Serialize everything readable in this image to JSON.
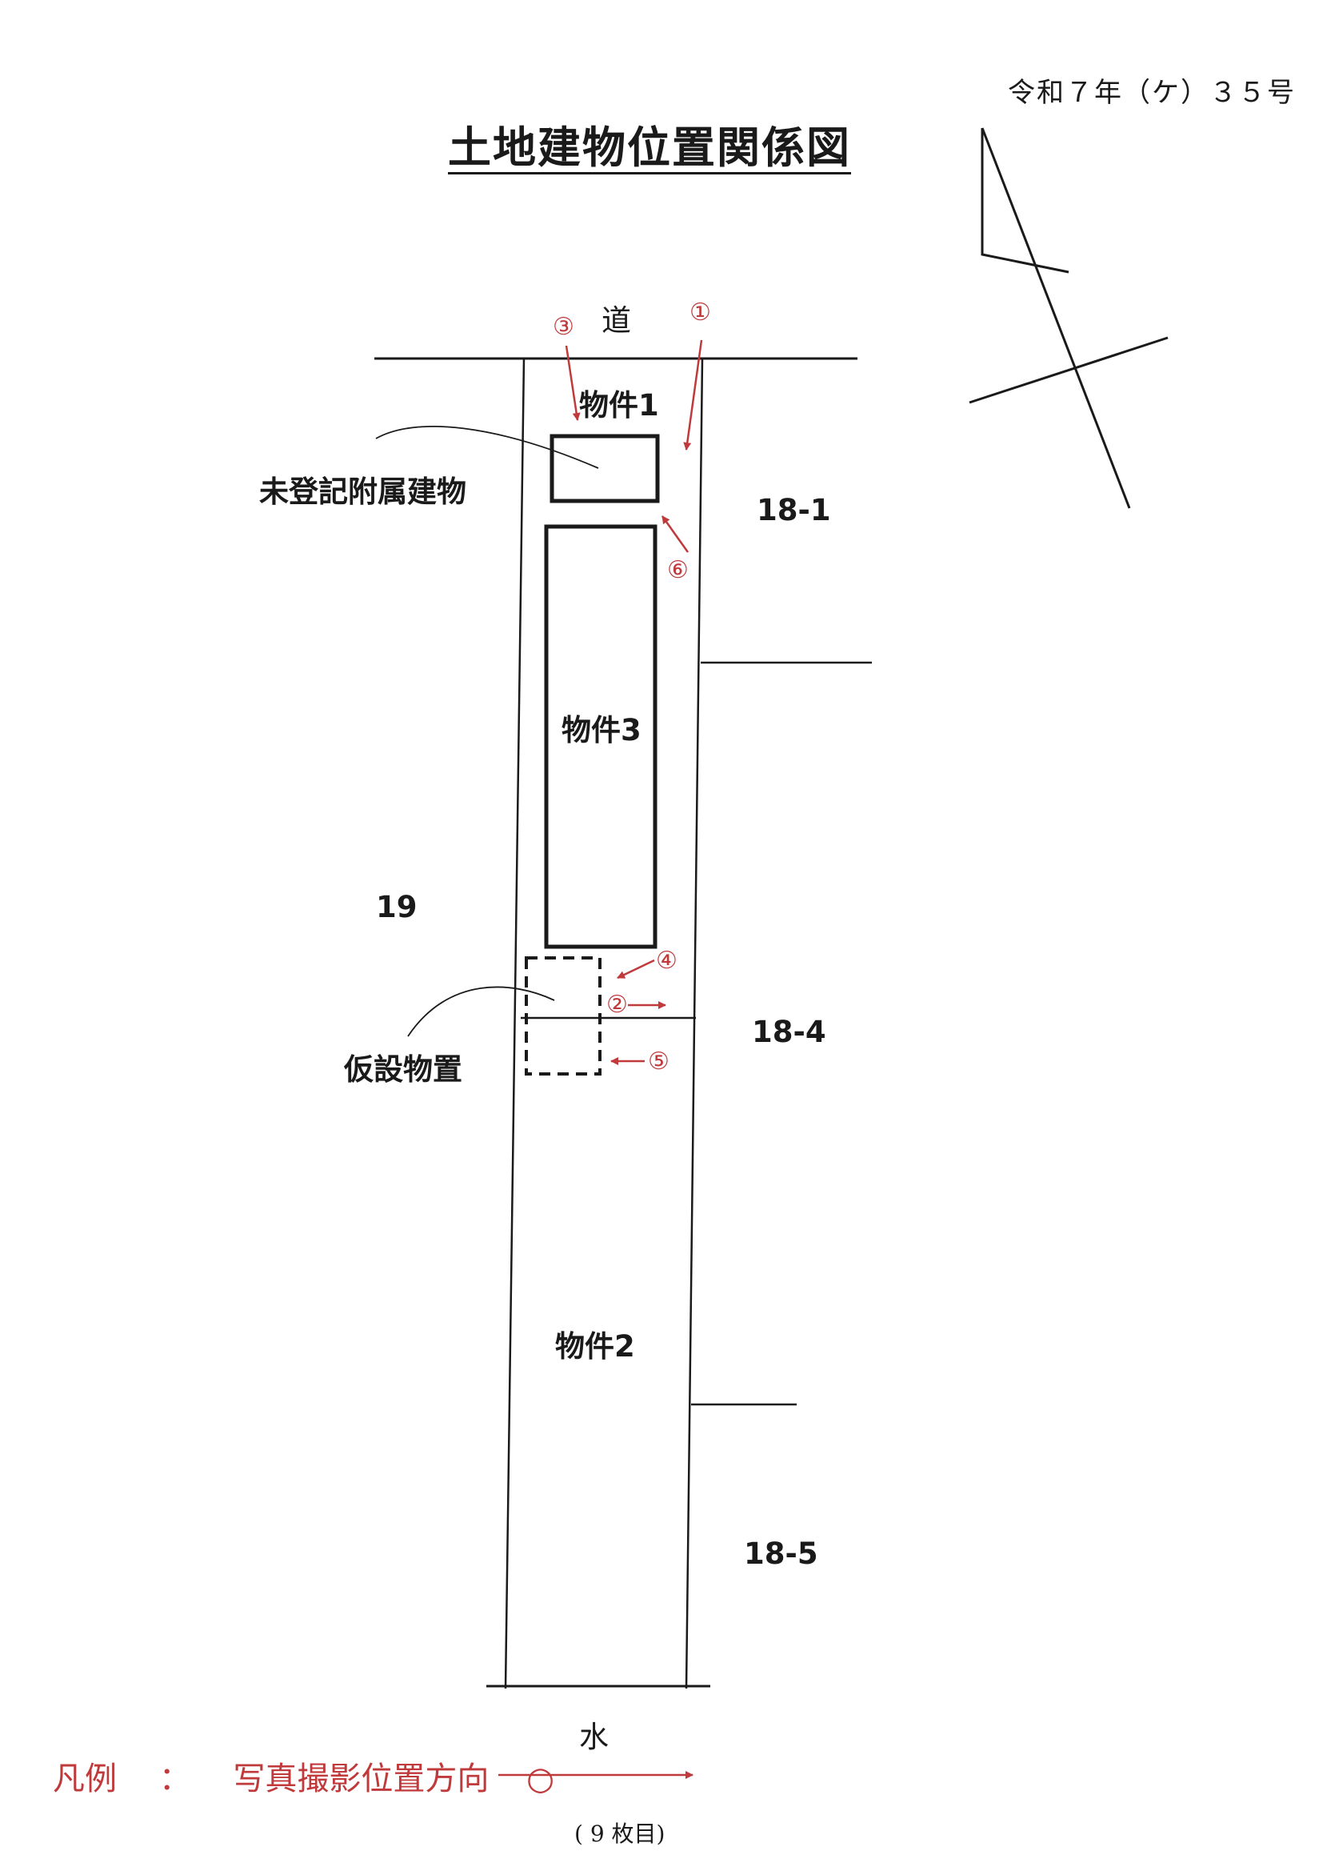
{
  "header": {
    "case_number": "令和７年（ケ）３５号",
    "title": "土地建物位置関係図"
  },
  "labels": {
    "road": "道",
    "water": "水",
    "property1": "物件1",
    "property2": "物件2",
    "property3": "物件3",
    "unregistered_annex": "未登記附属建物",
    "temporary_storage": "仮設物置",
    "lot_19": "19",
    "lot_18_1": "18-1",
    "lot_18_4": "18-4",
    "lot_18_5": "18-5"
  },
  "photo_markers": [
    {
      "number": "①"
    },
    {
      "number": "②"
    },
    {
      "number": "③"
    },
    {
      "number": "④"
    },
    {
      "number": "⑤"
    },
    {
      "number": "⑥"
    }
  ],
  "legend": {
    "label": "凡例",
    "separator": "：",
    "description": "写真撮影位置方向",
    "symbol": "○"
  },
  "page_count": "( 9 枚目)",
  "colors": {
    "ink": "#1a1a1a",
    "annotation_red": "#c0393b"
  }
}
